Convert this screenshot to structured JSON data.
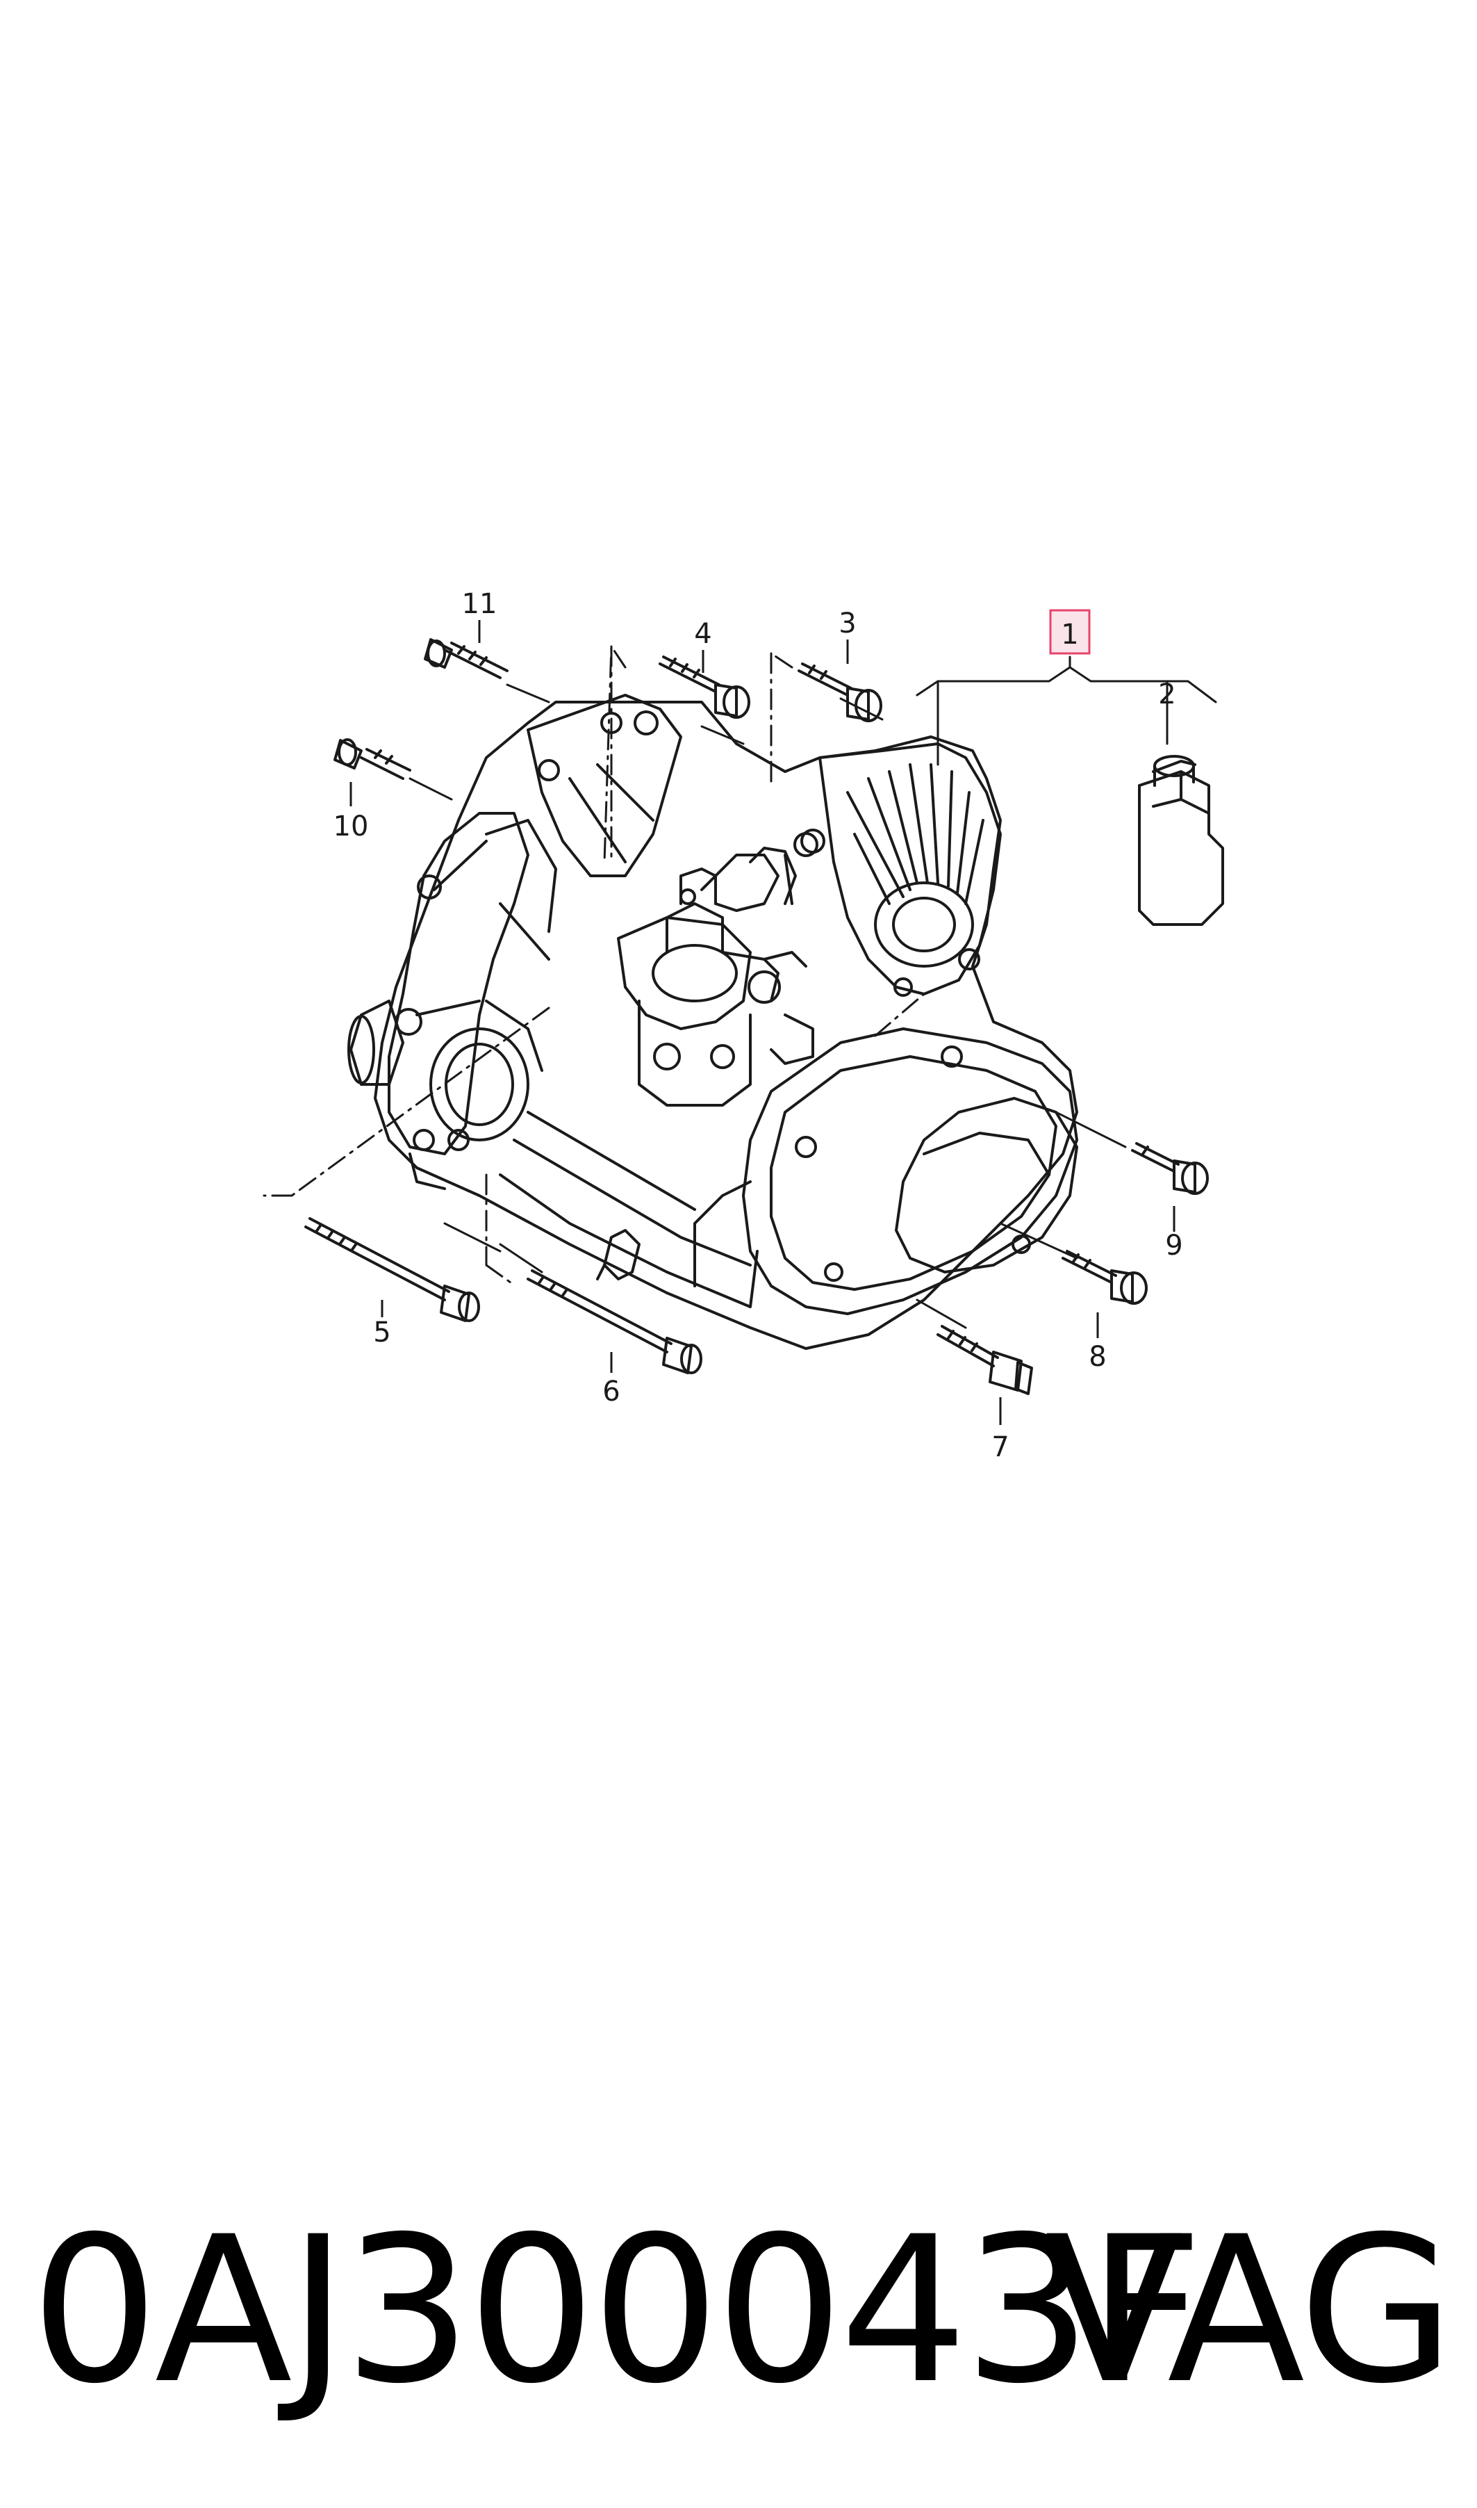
{
  "diagram": {
    "callouts": [
      {
        "id": "1",
        "label": "1",
        "highlighted": true
      },
      {
        "id": "2",
        "label": "2"
      },
      {
        "id": "3",
        "label": "3"
      },
      {
        "id": "4",
        "label": "4"
      },
      {
        "id": "5",
        "label": "5"
      },
      {
        "id": "6",
        "label": "6"
      },
      {
        "id": "7",
        "label": "7"
      },
      {
        "id": "8",
        "label": "8"
      },
      {
        "id": "9",
        "label": "9"
      },
      {
        "id": "10",
        "label": "10"
      },
      {
        "id": "11",
        "label": "11"
      }
    ],
    "highlight_color": "#e8436a",
    "highlight_fill": "#fbe3ea",
    "line_color": "#1a1a1a"
  },
  "footer": {
    "part_number": "0AJ300043F",
    "brand": "VAG"
  }
}
